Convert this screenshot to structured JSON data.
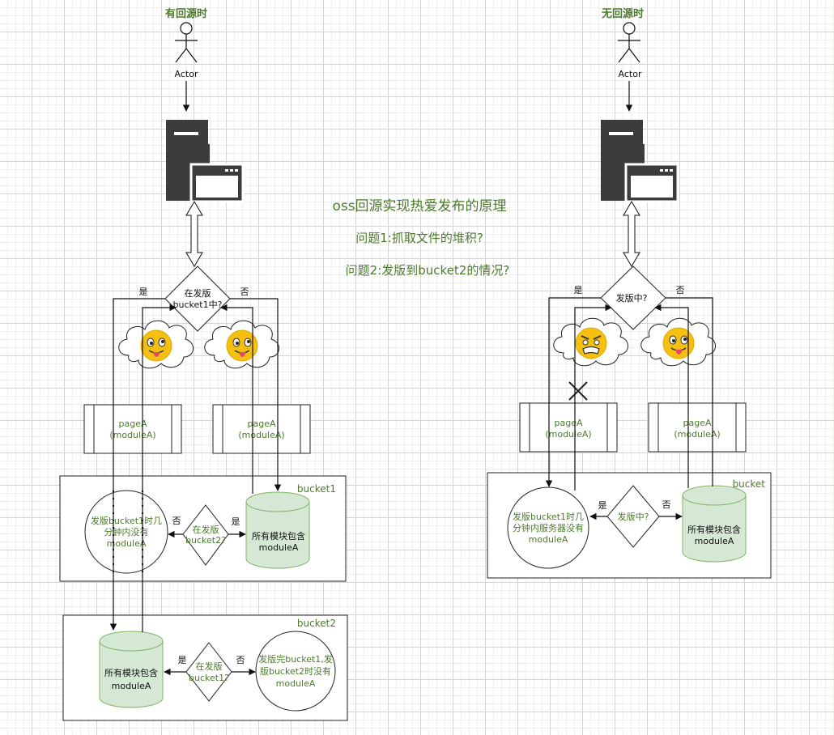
{
  "diagram": {
    "title": "oss回源实现热爱发布的原理",
    "question1": "问题1:抓取文件的堆积?",
    "question2": "问题2:发版到bucket2的情况?",
    "left": {
      "heading": "有回源时",
      "actor": "Actor",
      "decision_top": [
        "在发版",
        "bucket1中?"
      ],
      "yes": "是",
      "no": "否",
      "page_box_1": [
        "pageA",
        "(moduleA)"
      ],
      "page_box_2": [
        "pageA",
        "(moduleA)"
      ],
      "bucket1": {
        "label": "bucket1",
        "circle": [
          "发版bucket1时几",
          "分钟内没有",
          "moduleA"
        ],
        "decision": [
          "在发版",
          "bucket2?"
        ],
        "no": "否",
        "yes": "是",
        "cylinder": [
          "所有模块包含",
          "moduleA"
        ]
      },
      "bucket2": {
        "label": "bucket2",
        "cylinder": [
          "所有模块包含",
          "moduleA"
        ],
        "yes": "是",
        "decision": [
          "在发版",
          "bucket1?"
        ],
        "no": "否",
        "circle": [
          "发版完bucket1,发",
          "版bucket2时没有",
          "moduleA"
        ]
      }
    },
    "right": {
      "heading": "无回源时",
      "actor": "Actor",
      "decision_top": "发版中?",
      "yes": "是",
      "no": "否",
      "page_box_1": [
        "pageA",
        "(moduleA)"
      ],
      "page_box_2": [
        "pageA",
        "(moduleA)"
      ],
      "bucket": {
        "label": "bucket",
        "circle": [
          "发版bucket1时几",
          "分钟内服务器没有",
          "moduleA"
        ],
        "yes": "是",
        "decision": "发版中?",
        "no": "否",
        "cylinder": [
          "所有模块包含",
          "moduleA"
        ]
      }
    },
    "colors": {
      "text_green": "#4d7a2c",
      "cylinder_fill": "#d5e8d4",
      "cylinder_stroke": "#82b366",
      "server": "#3c3c3c",
      "emoji_face": "#f5c010"
    },
    "icons": [
      "actor-icon",
      "server-window-icon",
      "cloud-emoji-icon",
      "cross-icon"
    ]
  }
}
